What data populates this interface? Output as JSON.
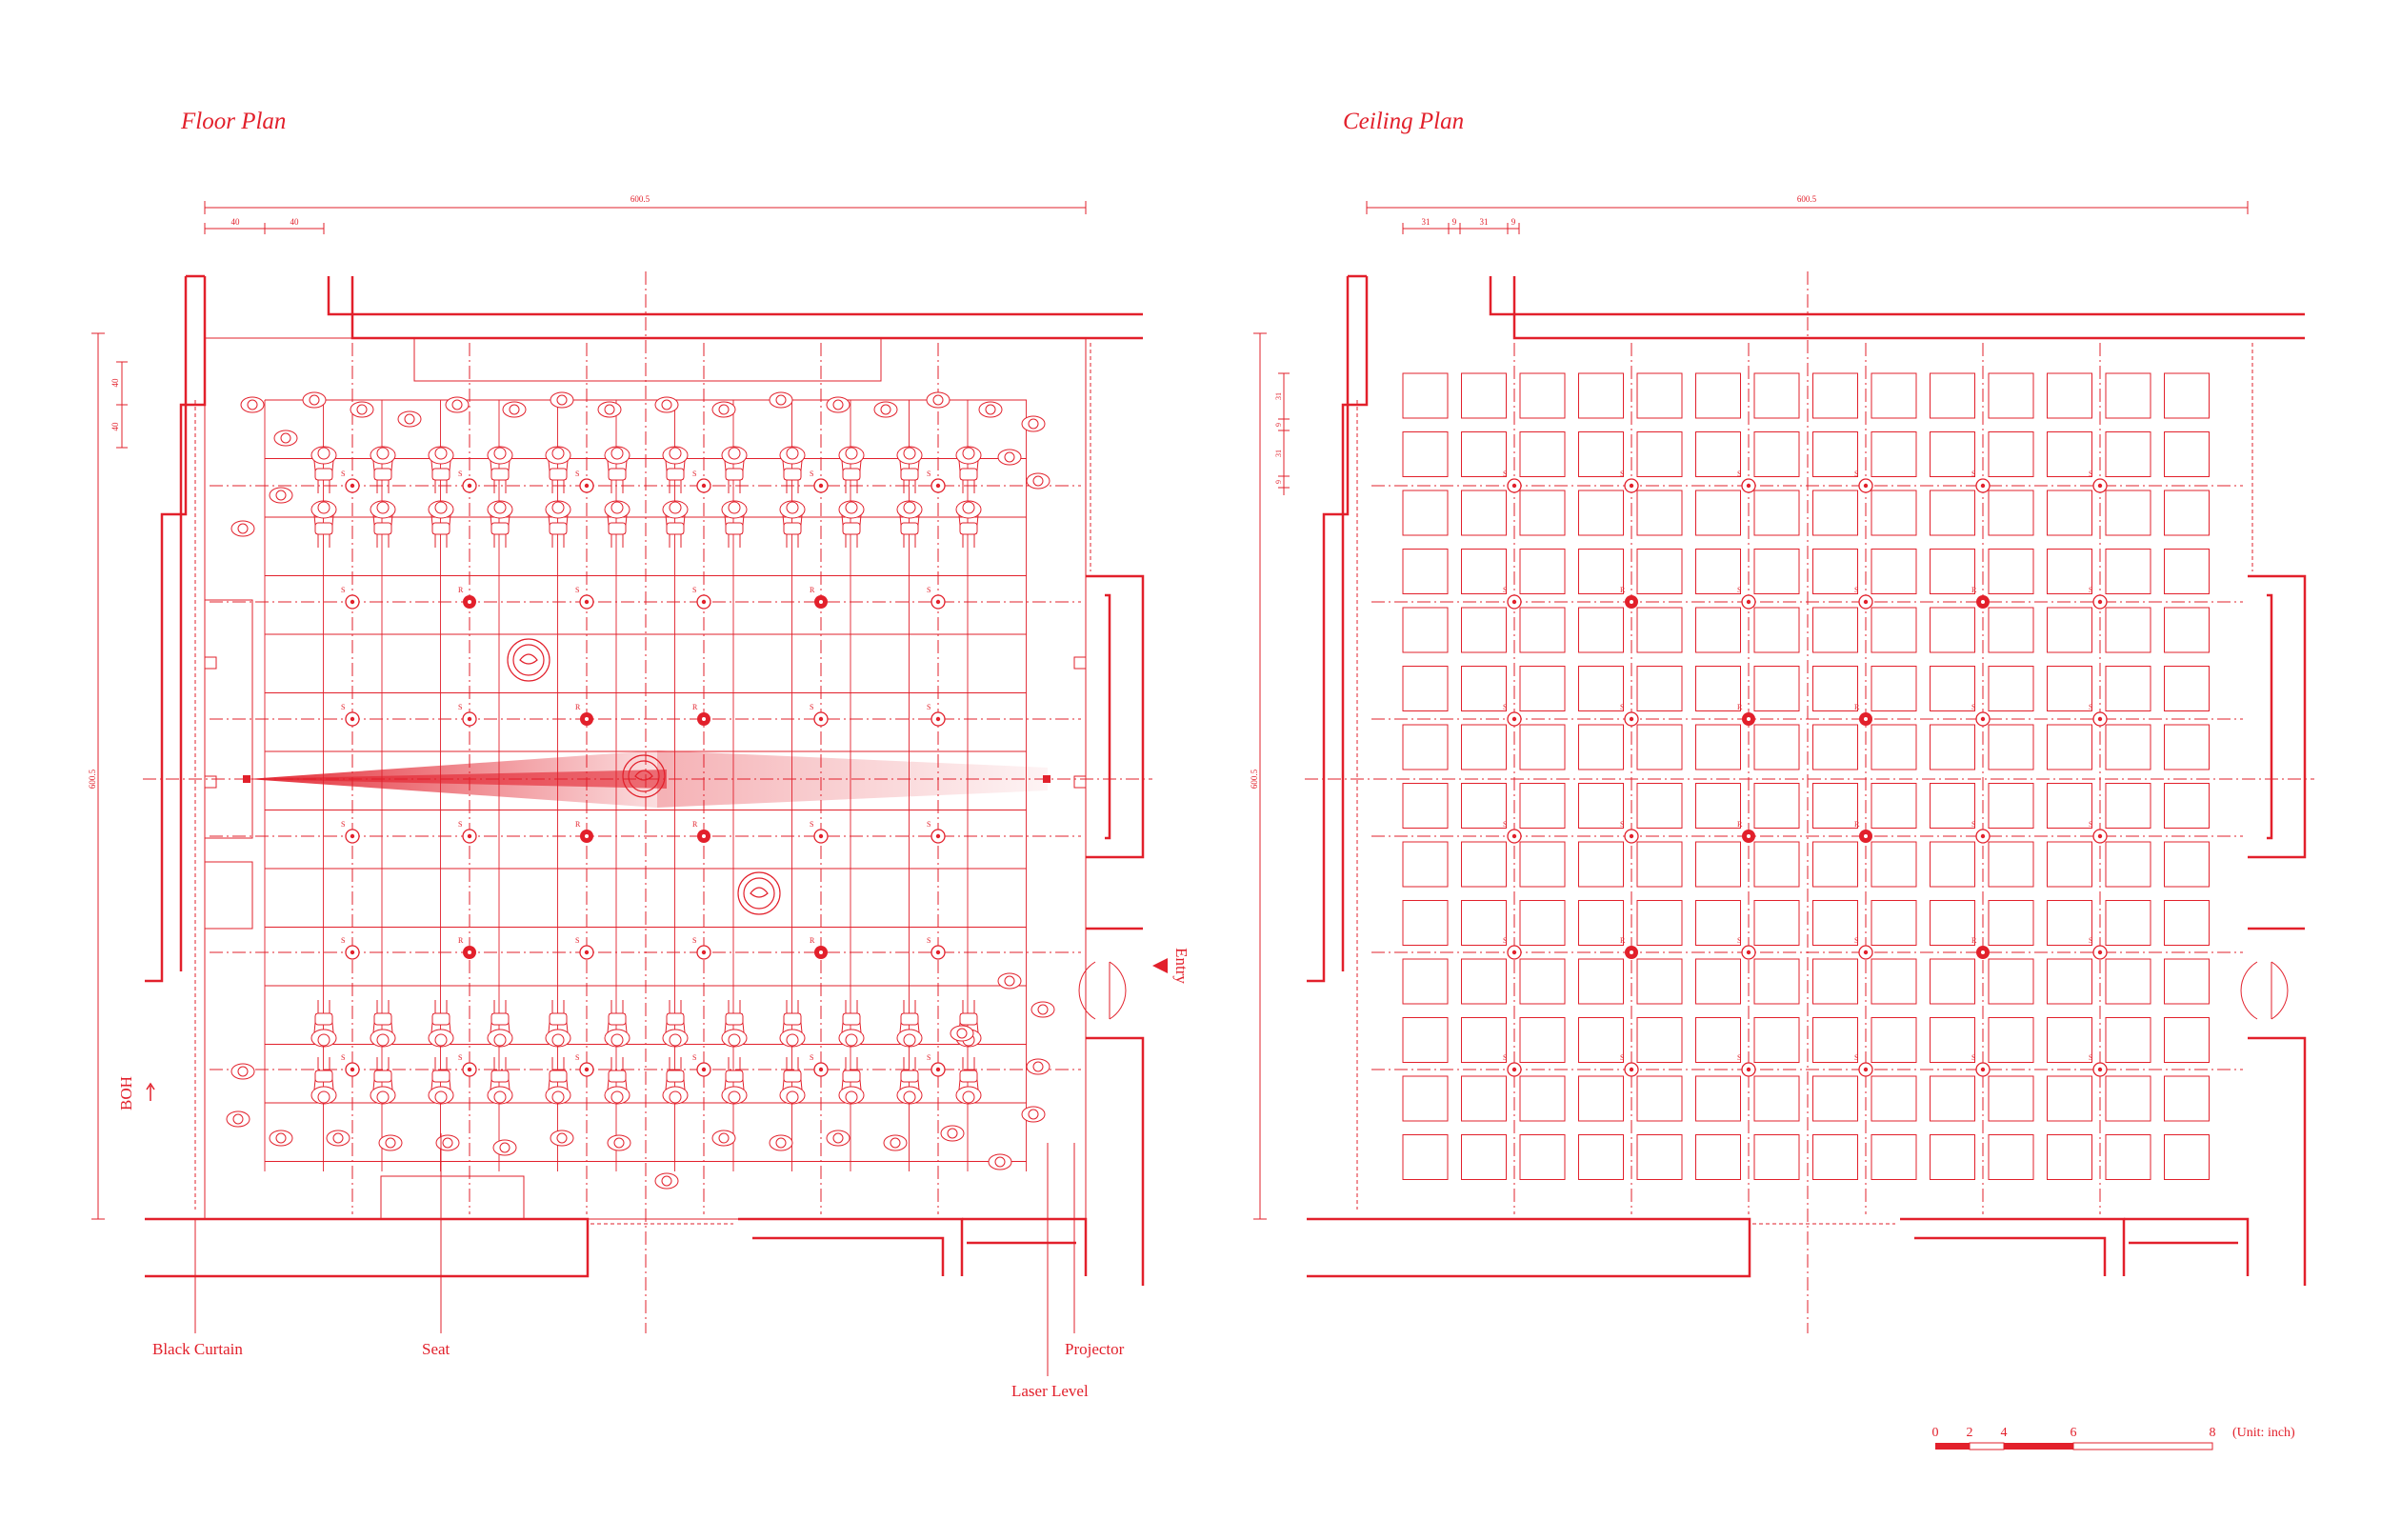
{
  "colors": {
    "ink": "#e2202b",
    "fill_light": "#f7c9cb",
    "paper": "#ffffff"
  },
  "floor_plan": {
    "title": "Floor Plan",
    "overall_dimension": "600.5",
    "side_dimension": "600.5",
    "top_sub_dims": [
      "40",
      "40"
    ],
    "left_sub_dims": [
      "40",
      "40"
    ],
    "entry_label": "Entry",
    "boh_label": "BOH",
    "light_marks": [
      "S",
      "R"
    ],
    "callouts": {
      "black_curtain": "Black Curtain",
      "seat": "Seat",
      "projector": "Projector",
      "laser_level": "Laser Level"
    }
  },
  "ceiling_plan": {
    "title": "Ceiling Plan",
    "overall_dimension": "600.5",
    "side_dimension": "600.5",
    "top_sub_dims": [
      "31",
      "9",
      "31",
      "9"
    ],
    "left_sub_dims": [
      "31",
      "9",
      "31",
      "9"
    ],
    "light_marks": [
      "S",
      "R"
    ]
  },
  "scale_bar": {
    "ticks": [
      "0",
      "2",
      "4",
      "6",
      "8"
    ],
    "unit": "(Unit: inch)"
  }
}
